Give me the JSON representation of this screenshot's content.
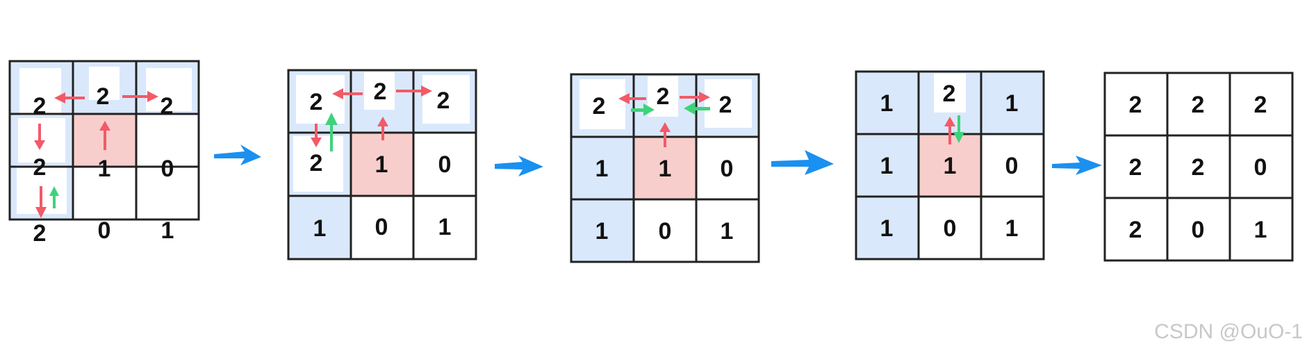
{
  "grids": [
    {
      "values": [
        [
          "2",
          "2",
          "2"
        ],
        [
          "2",
          "1",
          "0"
        ],
        [
          "2",
          "0",
          "1"
        ]
      ]
    },
    {
      "values": [
        [
          "2",
          "2",
          "2"
        ],
        [
          "2",
          "1",
          "0"
        ],
        [
          "1",
          "0",
          "1"
        ]
      ]
    },
    {
      "values": [
        [
          "2",
          "2",
          "2"
        ],
        [
          "1",
          "1",
          "0"
        ],
        [
          "1",
          "0",
          "1"
        ]
      ]
    },
    {
      "values": [
        [
          "1",
          "2",
          "1"
        ],
        [
          "1",
          "1",
          "0"
        ],
        [
          "1",
          "0",
          "1"
        ]
      ]
    },
    {
      "values": [
        [
          "2",
          "2",
          "2"
        ],
        [
          "2",
          "2",
          "0"
        ],
        [
          "2",
          "0",
          "1"
        ]
      ]
    }
  ],
  "colors": {
    "highlight_blue": "#dae8fc",
    "highlight_red": "#f8cecc",
    "arrow_red": "#f25a68",
    "arrow_green": "#3ed37a",
    "flow_arrow": "#1a90f0",
    "border": "#222222"
  },
  "watermark": "CSDN @OuO-1"
}
